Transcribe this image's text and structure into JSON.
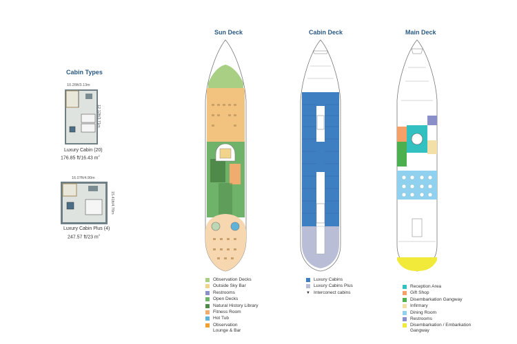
{
  "cabin_types": {
    "title": "Cabin Types",
    "luxury_cabin": {
      "width_dim": "10.26ft/3.13m",
      "depth_dim": "12.12ft/3.71m",
      "label": "Luxury Cabin (20)",
      "area": "176.85 ft/16.43 m"
    },
    "luxury_cabin_plus": {
      "width_dim": "16.07ft/4.90m",
      "depth_dim": "15.41ft/4.70m",
      "label": "Luxury Cabin Plus (4)",
      "area": "247.57 ft/23 m"
    }
  },
  "decks": {
    "sun": {
      "title": "Sun Deck",
      "legend": [
        {
          "label": "Observation Decks",
          "color": "#a8cf83"
        },
        {
          "label": "Outside Sky Bar",
          "color": "#f2d38a"
        },
        {
          "label": "Restrooms",
          "color": "#8a8fc9"
        },
        {
          "label": "Open Decks",
          "color": "#6fb26a"
        },
        {
          "label": "Natural History Library",
          "color": "#4f8a4a"
        },
        {
          "label": "Fitness Room",
          "color": "#f0ab6e"
        },
        {
          "label": "Hot Tub",
          "color": "#5fb3d9"
        },
        {
          "label": "Observation Lounge & Bar",
          "color": "#f0a030"
        }
      ]
    },
    "cabin": {
      "title": "Cabin Deck",
      "legend": [
        {
          "label": "Luxury Cabins",
          "color": "#3e7fc1"
        },
        {
          "label": "Luxury Cabins Plus",
          "color": "#b9bdd6"
        },
        {
          "label": "Interconect cabins",
          "icon": "interconnect-arrows-icon"
        }
      ]
    },
    "main": {
      "title": "Main Deck",
      "legend": [
        {
          "label": "Reception Area",
          "color": "#33c0c0"
        },
        {
          "label": "Gift Shop",
          "color": "#f4a066"
        },
        {
          "label": "Disembarkation Gangway",
          "color": "#4caf50"
        },
        {
          "label": "Infirmary",
          "color": "#f3e0a8"
        },
        {
          "label": "Dining Room",
          "color": "#8fd1ef"
        },
        {
          "label": "Restrooms",
          "color": "#8a8fc9"
        },
        {
          "label": "Disembarkation / Embarkation Gangway",
          "color": "#f2ea3a"
        }
      ]
    }
  }
}
